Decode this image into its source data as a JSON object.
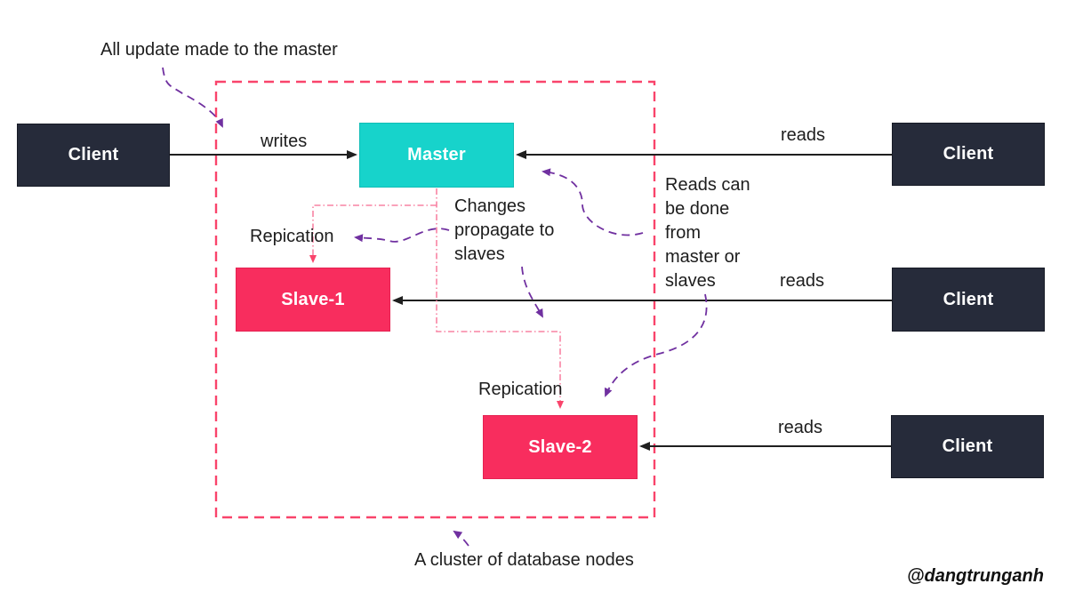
{
  "nodes": {
    "master": "Master",
    "slave1": "Slave-1",
    "slave2": "Slave-2",
    "client_left": "Client",
    "client_right_top": "Client",
    "client_right_middle": "Client",
    "client_right_bottom": "Client"
  },
  "edges": {
    "writes": "writes",
    "reads_master": "reads",
    "reads_slave1": "reads",
    "reads_slave2": "reads"
  },
  "notes": {
    "top": "All update made to the master",
    "replication_slave1": "Repication",
    "replication_slave2": "Repication",
    "changes": "Changes propagate to slaves",
    "reads": "Reads can be done from master or slaves",
    "cluster": "A cluster of database nodes",
    "signature": "@dangtrunganh"
  },
  "colors": {
    "master_fill": "#17d3cb",
    "slave_fill": "#f82d5e",
    "client_fill": "#262b3a",
    "cluster_border": "#f9446b",
    "replication_line": "#f884a3",
    "replication_arrowhead": "#f9446b",
    "annotation_arrow": "#7030a0",
    "read_write_arrow": "#1f1f1f",
    "node_text": "#ffffff",
    "annotation_text": "#1d1d1d"
  }
}
